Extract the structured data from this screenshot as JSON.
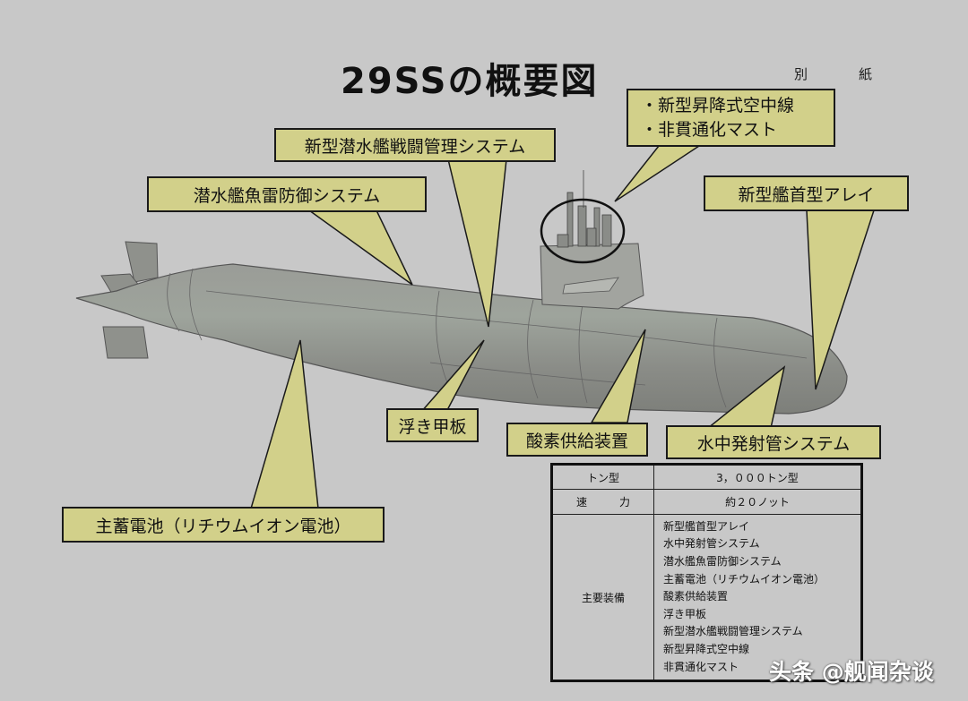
{
  "title": "29SSの概要図",
  "attachment_label": [
    "別",
    "紙"
  ],
  "callouts": {
    "mast": [
      "・新型昇降式空中線",
      "・非貫通化マスト"
    ],
    "combat_system": "新型潜水艦戦闘管理システム",
    "torpedo_defense": "潜水艦魚雷防御システム",
    "bow_array": "新型艦首型アレイ",
    "buoyancy_deck": "浮き甲板",
    "oxygen_supply": "酸素供給装置",
    "launch_tube": "水中発射管システム",
    "battery": "主蓄電池（リチウムイオン電池）"
  },
  "spec_table": {
    "rows": [
      {
        "label": "トン型",
        "value": "3，０００トン型"
      },
      {
        "label": "速　　　力",
        "value": "約２０ノット"
      }
    ],
    "equipment_label": "主要装備",
    "equipment": [
      "新型艦首型アレイ",
      "水中発射管システム",
      "潜水艦魚雷防御システム",
      "主蓄電池（リチウムイオン電池）",
      "酸素供給装置",
      "浮き甲板",
      "新型潜水艦戦闘管理システム",
      "新型昇降式空中線",
      "非貫通化マスト"
    ]
  },
  "watermark": "头条 @舰闻杂谈",
  "colors": {
    "background": "#c8c8c8",
    "callout_fill": "#d2d08a",
    "hull": "#8c8e88",
    "outline": "#1a1a1a"
  }
}
